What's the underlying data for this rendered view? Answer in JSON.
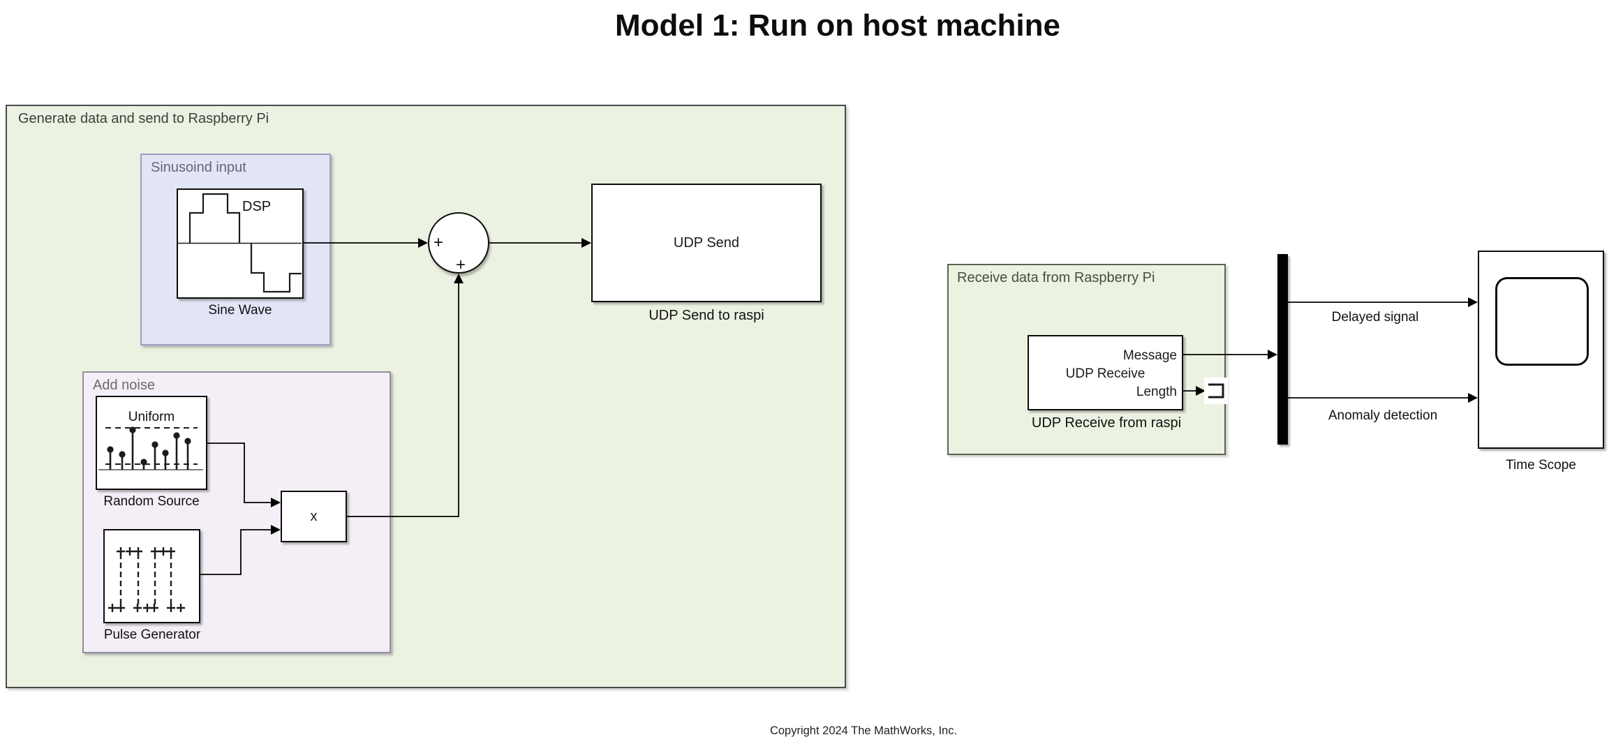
{
  "page": {
    "title": "Model 1: Run on host machine",
    "copyright": "Copyright 2024 The MathWorks, Inc."
  },
  "areas": {
    "generate": {
      "label": "Generate data and send to Raspberry Pi",
      "fill": "#ecf2e1"
    },
    "sinusoid_input": {
      "label": "Sinusoind input",
      "fill": "#e2e5f6"
    },
    "add_noise": {
      "label": "Add noise",
      "fill": "#f4eef6"
    },
    "receive": {
      "label": "Receive data from Raspberry Pi",
      "fill": "#ecf2e1"
    }
  },
  "blocks": {
    "sine_wave": {
      "name": "Sine Wave",
      "icon_label": "DSP"
    },
    "random_source": {
      "name": "Random Source",
      "icon_label": "Uniform"
    },
    "pulse_generator": {
      "name": "Pulse Generator"
    },
    "product": {
      "operator": "x"
    },
    "sum": {
      "sign_left": "+",
      "sign_bottom": "+"
    },
    "udp_send": {
      "text": "UDP Send",
      "name": "UDP Send to raspi"
    },
    "udp_receive": {
      "text": "UDP Receive",
      "port_message": "Message",
      "port_length": "Length",
      "name": "UDP Receive from raspi"
    },
    "time_scope": {
      "name": "Time Scope"
    }
  },
  "signal_labels": {
    "delayed": "Delayed signal",
    "anomaly": "Anomaly detection"
  }
}
